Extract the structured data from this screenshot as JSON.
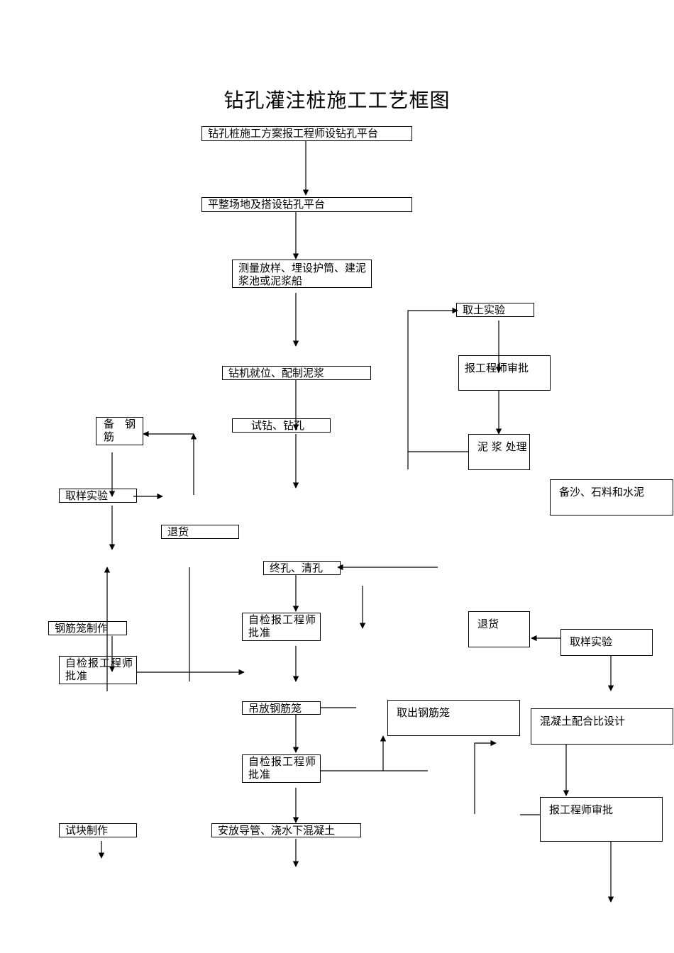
{
  "title": "钻孔灌注桩施工工艺框图",
  "boxes": {
    "b1": "钻孔桩施工方案报工程师设钻孔平台",
    "b2": "平整场地及搭设钻孔平台",
    "b3": "测量放样、埋设护筒、建泥浆池或泥浆船",
    "b4": "钻机就位、配制泥浆",
    "b5": "试钻、钻孔",
    "b6": "终孔、清孔",
    "b7": "自检报工程师批准",
    "b8": "吊放钢筋笼",
    "b9": "自检报工程师批准",
    "b10": "安放导管、浇水下混凝土",
    "l1": "备　钢筋",
    "l2": "取样实验",
    "l3": "退货",
    "l4": "钢筋笼制作",
    "l5": "自检报工程师批准",
    "l6": "试块制作",
    "r1": "取土实验",
    "r2": "报工程师审批",
    "r3": "泥 浆 处理",
    "r4": "备沙、石料和水泥",
    "r5": "退货",
    "r6": "取样实验",
    "r7": "取出钢筋笼",
    "r8": "混凝土配合比设计",
    "r9": "报工程师审批"
  }
}
